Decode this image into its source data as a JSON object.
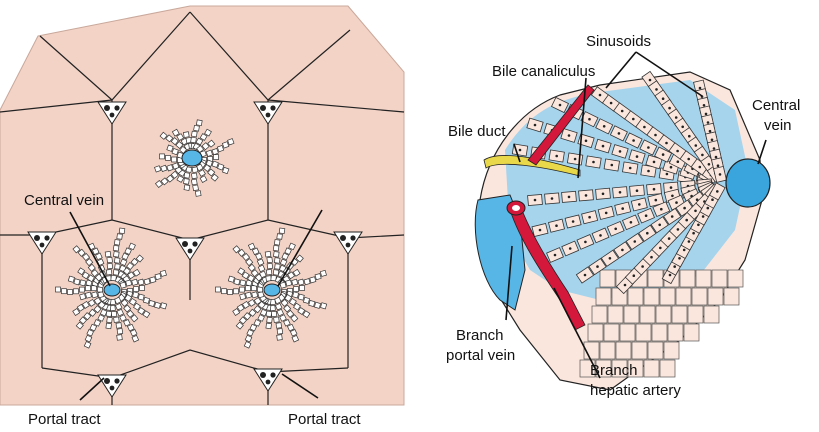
{
  "colors": {
    "background": "#ffffff",
    "lobule_fill": "#f3d3c6",
    "hepatocyte_fill": "#fbe6dd",
    "vein_blue": "#58b6e6",
    "light_blue": "#a6d4ec",
    "artery_red": "#d3183c",
    "bile_yellow": "#e8d84a",
    "outline": "#222222"
  },
  "left_panel": {
    "labels": {
      "central_vein": "Central vein",
      "portal_tract_left": "Portal tract",
      "portal_tract_right": "Portal tract"
    }
  },
  "right_panel": {
    "labels": {
      "sinusoids": "Sinusoids",
      "bile_canaliculus": "Bile canaliculus",
      "bile_duct": "Bile duct",
      "central_vein_line1": "Central",
      "central_vein_line2": "vein",
      "branch_portal_vein_line1": "Branch",
      "branch_portal_vein_line2": "portal vein",
      "branch_hepatic_artery_line1": "Branch",
      "branch_hepatic_artery_line2": "hepatic artery"
    }
  },
  "icons": [
    "portal-tract-icon",
    "central-vein-icon",
    "hepatocyte-cord-icon"
  ]
}
